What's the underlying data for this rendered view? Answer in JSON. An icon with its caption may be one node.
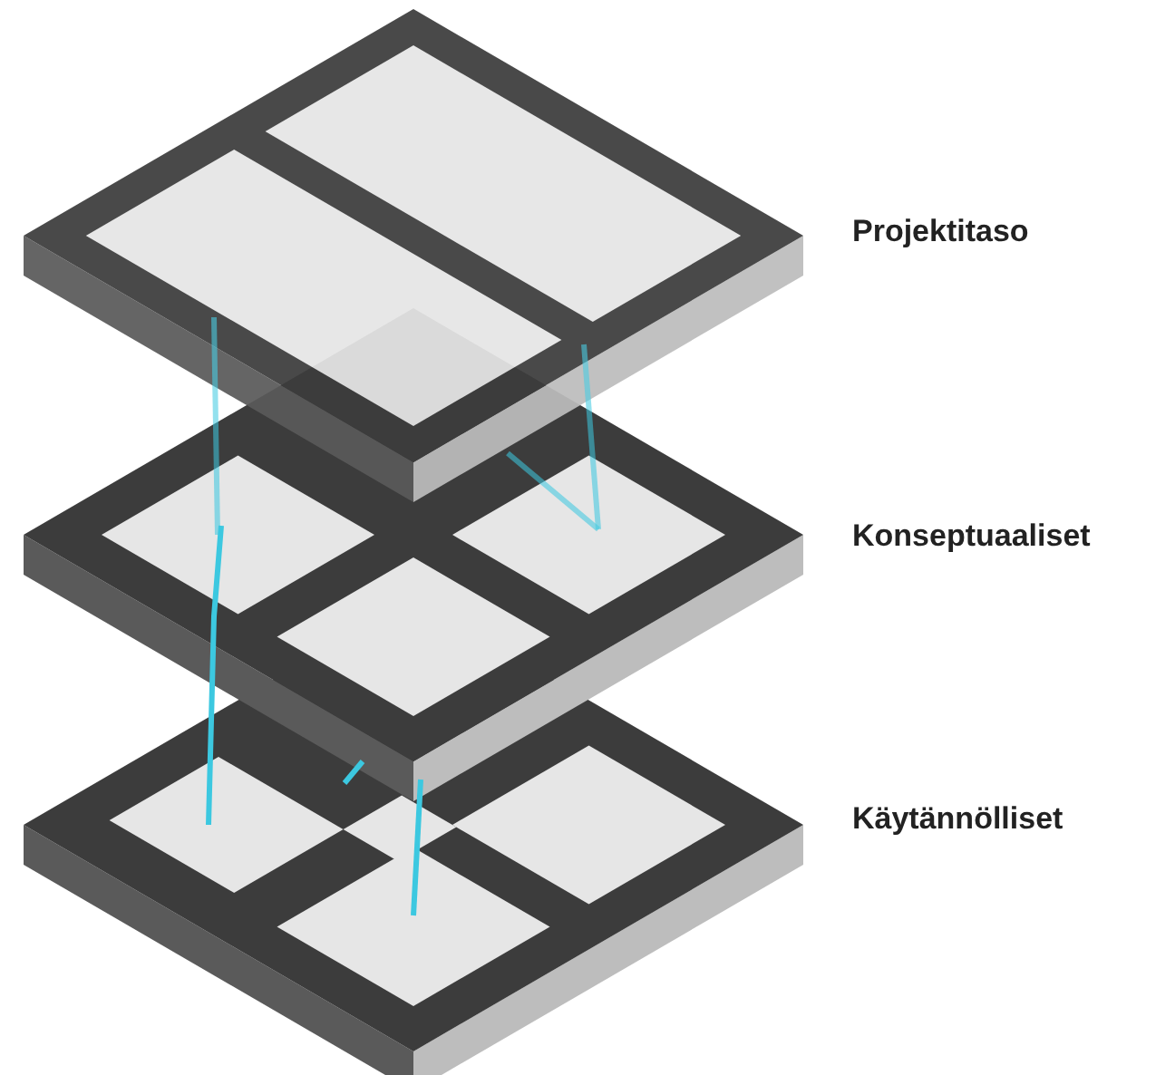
{
  "diagram": {
    "labels": [
      "Projektitaso",
      "Konseptuaaliset",
      "Käytännölliset"
    ]
  }
}
